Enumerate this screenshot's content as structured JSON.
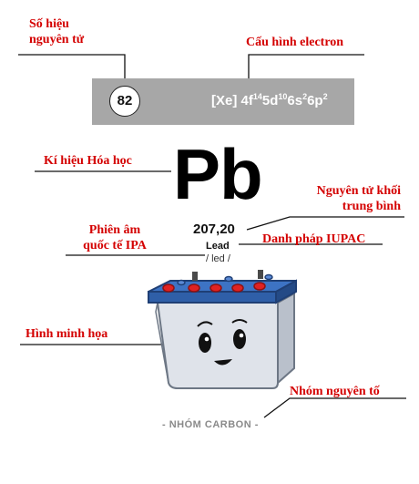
{
  "labels": {
    "atomic_number_line1": "Số hiệu",
    "atomic_number_line2": "nguyên tử",
    "electron_config": "Cấu hình electron",
    "chemical_symbol": "Kí hiệu Hóa học",
    "atomic_mass_line1": "Nguyên tử khối",
    "atomic_mass_line2": "trung bình",
    "ipa_line1": "Phiên âm",
    "ipa_line2": "quốc tế IPA",
    "iupac_name": "Danh pháp IUPAC",
    "illustration": "Hình minh họa",
    "element_group": "Nhóm nguyên tố"
  },
  "element": {
    "atomic_number": "82",
    "config_base": "[Xe] 4f",
    "config_sup1": "14",
    "config_mid1": "5d",
    "config_sup2": "10",
    "config_mid2": "6s",
    "config_sup3": "2",
    "config_mid3": "6p",
    "config_sup4": "2",
    "symbol": "Pb",
    "atomic_mass": "207,20",
    "name": "Lead",
    "ipa": "/ led /",
    "group": "- NHÓM CARBON -"
  },
  "colors": {
    "annotation": "#d40000",
    "card_bar": "#a7a7a7",
    "battery_top": "#2f5fa8",
    "battery_terminal": "#e02222",
    "battery_body": "#dfe3ea",
    "group_text": "#8a8a8a"
  },
  "icons": {
    "illustration": "smiling-battery-icon"
  }
}
